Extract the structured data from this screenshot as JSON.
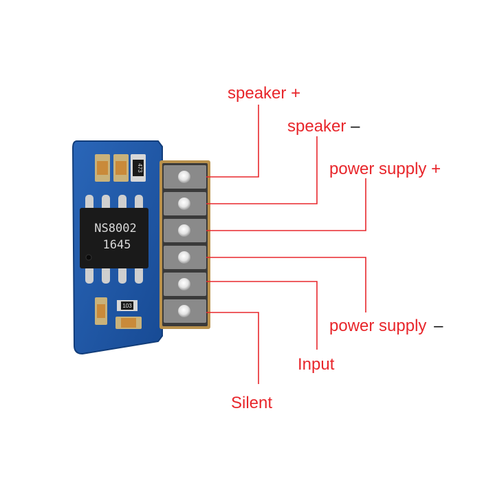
{
  "board": {
    "chip_line1": "NS8002",
    "chip_line2": "1645",
    "top_resistor_code": "473",
    "bottom_resistor_code": "103"
  },
  "pins": [
    {
      "name": "speaker +",
      "text": "speaker",
      "sign": "+"
    },
    {
      "name": "speaker -",
      "text": "speaker",
      "sign": "–"
    },
    {
      "name": "power supply +",
      "text": "power supply",
      "sign": "+"
    },
    {
      "name": "power supply -",
      "text": "power supply",
      "sign": "–"
    },
    {
      "name": "Input",
      "text": "Input",
      "sign": ""
    },
    {
      "name": "Silent",
      "text": "Silent",
      "sign": ""
    }
  ],
  "colors": {
    "label": "#e8262b",
    "board": "#1f56a6",
    "pad": "#7a7a7a",
    "header": "#caa35a"
  }
}
